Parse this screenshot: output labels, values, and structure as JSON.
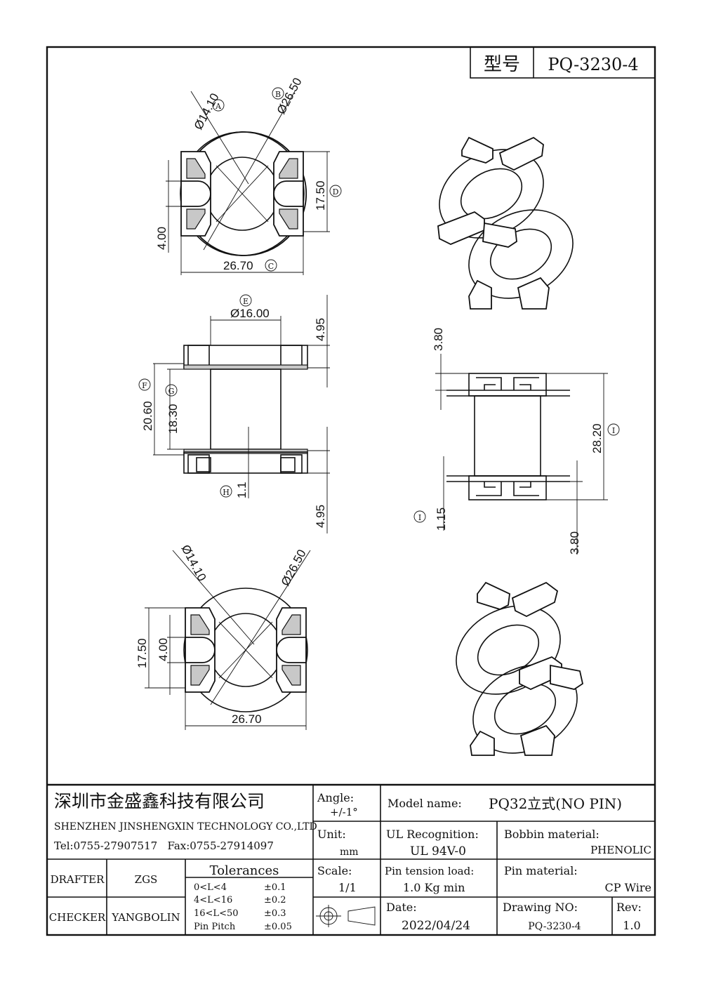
{
  "model_box": {
    "label": "型号",
    "value": "PQ-3230-4"
  },
  "dimensions": {
    "top": {
      "d_a": "Ø14.10",
      "d_b": "Ø26.50",
      "marker_a": "A",
      "marker_b": "B",
      "height": "17.50",
      "marker_d": "D",
      "slot": "4.00",
      "width": "26.70",
      "marker_c": "C"
    },
    "front": {
      "d_e": "Ø16.00",
      "marker_e": "E",
      "flange_top": "4.95",
      "outer": "20.60",
      "marker_f": "F",
      "inner": "18.30",
      "marker_g": "G",
      "flange_t": "1.1",
      "marker_h": "H",
      "flange_bottom": "4.95"
    },
    "side": {
      "top_off": "3.80",
      "height": "28.20",
      "marker_i": "I",
      "plate": "1.15",
      "marker_j": "I",
      "bottom_off": "3.80"
    },
    "bottom": {
      "d_a": "Ø14.10",
      "d_b": "Ø26.50",
      "height": "17.50",
      "slot": "4.00",
      "width": "26.70"
    }
  },
  "title_block": {
    "company_cn": "深圳市金盛鑫科技有限公司",
    "company_en": "SHENZHEN JINSHENGXIN TECHNOLOGY CO.,LTD",
    "contact": "Tel:0755-27907517   Fax:0755-27914097",
    "angle_label": "Angle:",
    "angle_value": "+/-1°",
    "model_label": "Model name:",
    "model_value": "PQ32立式(NO PIN)",
    "unit_label": "Unit:",
    "unit_value": "mm",
    "ul_label": "UL Recognition:",
    "ul_value": "UL 94V-0",
    "bobbin_label": "Bobbin material:",
    "bobbin_value": "PHENOLIC",
    "drafter_label": "DRAFTER",
    "drafter_value": "ZGS",
    "checker_label": "CHECKER",
    "checker_value": "YANGBOLIN",
    "tolerances_title": "Tolerances",
    "tolerances": [
      {
        "range": "0<L<4",
        "value": "±0.1"
      },
      {
        "range": "4<L<16",
        "value": "±0.2"
      },
      {
        "range": "16<L<50",
        "value": "±0.3"
      },
      {
        "range": "Pin Pitch",
        "value": "±0.05"
      }
    ],
    "scale_label": "Scale:",
    "scale_value": "1/1",
    "pin_tension_label": "Pin tension load:",
    "pin_tension_value": "1.0 Kg min",
    "pin_material_label": "Pin material:",
    "pin_material_value": "CP Wire",
    "date_label": "Date:",
    "date_value": "2022/04/24",
    "drawing_label": "Drawing NO:",
    "drawing_value": "PQ-3230-4",
    "rev_label": "Rev:",
    "rev_value": "1.0"
  }
}
